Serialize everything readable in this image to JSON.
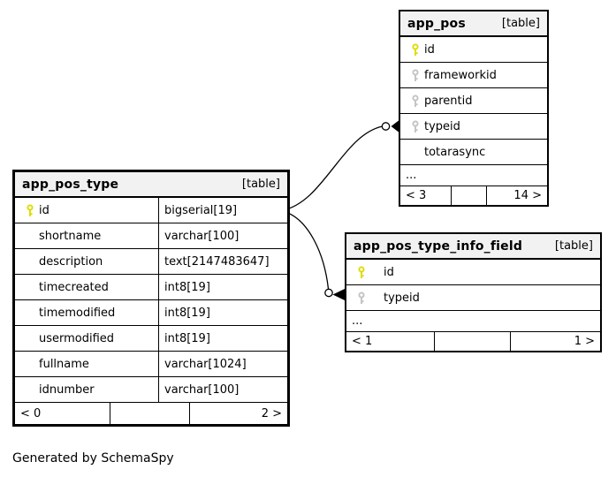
{
  "page": {
    "note": "Generated by SchemaSpy"
  },
  "colors": {
    "primary_key_icon": "#dcdc00",
    "foreign_key_icon": "#c3c3c3",
    "header_bg": "#f2f2f2",
    "border": "#000000"
  },
  "tables": [
    {
      "name": "app_pos_type",
      "badge": "[table]",
      "columns": [
        {
          "name": "id",
          "type": "bigserial[19]",
          "key": "primary"
        },
        {
          "name": "shortname",
          "type": "varchar[100]",
          "key": "none"
        },
        {
          "name": "description",
          "type": "text[2147483647]",
          "key": "none"
        },
        {
          "name": "timecreated",
          "type": "int8[19]",
          "key": "none"
        },
        {
          "name": "timemodified",
          "type": "int8[19]",
          "key": "none"
        },
        {
          "name": "usermodified",
          "type": "int8[19]",
          "key": "none"
        },
        {
          "name": "fullname",
          "type": "varchar[1024]",
          "key": "none"
        },
        {
          "name": "idnumber",
          "type": "varchar[100]",
          "key": "none"
        }
      ],
      "footer": {
        "left": "< 0",
        "mid": "",
        "right": "2 >"
      }
    },
    {
      "name": "app_pos",
      "badge": "[table]",
      "columns": [
        {
          "name": "id",
          "key": "primary"
        },
        {
          "name": "frameworkid",
          "key": "foreign"
        },
        {
          "name": "parentid",
          "key": "foreign"
        },
        {
          "name": "typeid",
          "key": "foreign"
        },
        {
          "name": "totarasync",
          "key": "none"
        }
      ],
      "more": "...",
      "footer": {
        "left": "< 3",
        "mid": "",
        "right": "14 >"
      }
    },
    {
      "name": "app_pos_type_info_field",
      "badge": "[table]",
      "columns": [
        {
          "name": "id",
          "key": "primary"
        },
        {
          "name": "typeid",
          "key": "foreign"
        }
      ],
      "more": "...",
      "footer": {
        "left": "< 1",
        "mid": "",
        "right": "1 >"
      }
    }
  ],
  "relationships": [
    {
      "from": "app_pos_type.id",
      "to": "app_pos.typeid"
    },
    {
      "from": "app_pos_type.id",
      "to": "app_pos_type_info_field.typeid"
    }
  ]
}
